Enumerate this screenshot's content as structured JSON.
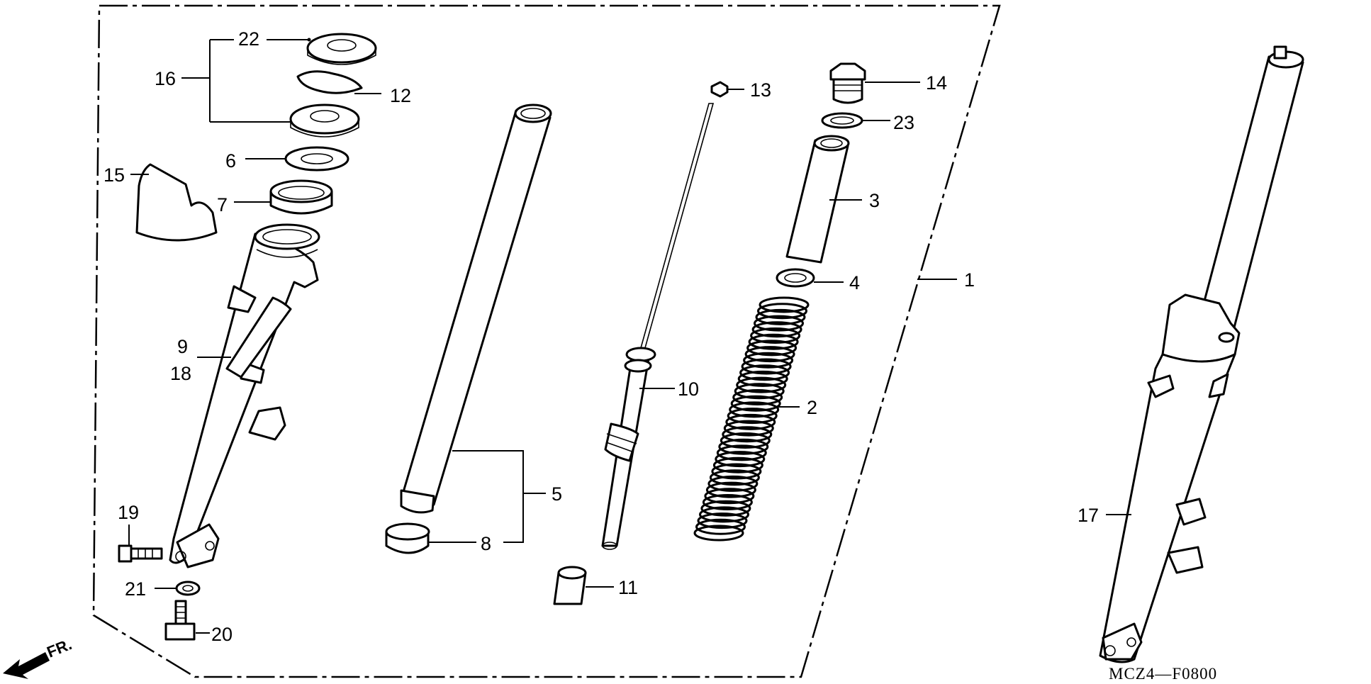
{
  "diagram": {
    "drawing_code": "MCZ4—F0800",
    "direction_label": "FR.",
    "callouts": [
      {
        "id": "c1",
        "label": "1"
      },
      {
        "id": "c2",
        "label": "2"
      },
      {
        "id": "c3",
        "label": "3"
      },
      {
        "id": "c4",
        "label": "4"
      },
      {
        "id": "c5",
        "label": "5"
      },
      {
        "id": "c6",
        "label": "6"
      },
      {
        "id": "c7",
        "label": "7"
      },
      {
        "id": "c8",
        "label": "8"
      },
      {
        "id": "c9",
        "label": "9"
      },
      {
        "id": "c10",
        "label": "10"
      },
      {
        "id": "c11",
        "label": "11"
      },
      {
        "id": "c12",
        "label": "12"
      },
      {
        "id": "c13",
        "label": "13"
      },
      {
        "id": "c14",
        "label": "14"
      },
      {
        "id": "c15",
        "label": "15"
      },
      {
        "id": "c16",
        "label": "16"
      },
      {
        "id": "c17",
        "label": "17"
      },
      {
        "id": "c18",
        "label": "18"
      },
      {
        "id": "c19",
        "label": "19"
      },
      {
        "id": "c20",
        "label": "20"
      },
      {
        "id": "c21",
        "label": "21"
      },
      {
        "id": "c22",
        "label": "22"
      },
      {
        "id": "c23",
        "label": "23"
      }
    ]
  }
}
